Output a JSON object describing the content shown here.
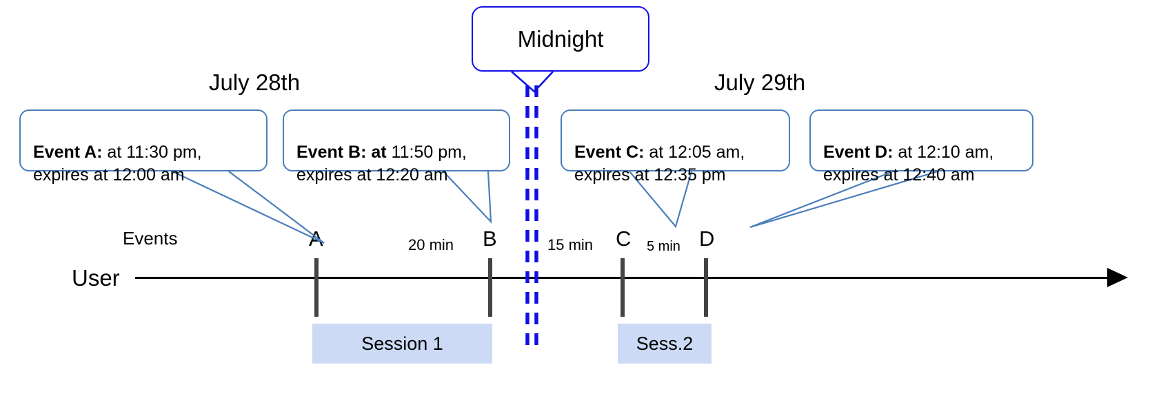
{
  "diagram": {
    "title_midnight": "Midnight",
    "dates": [
      {
        "label": "July 28th"
      },
      {
        "label": "July 29th"
      }
    ],
    "row_labels": {
      "events": "Events",
      "user": "User"
    },
    "callouts": [
      {
        "id": "event-a",
        "bold": "Event A:",
        "rest": " at 11:30 pm,\nexpires at 12:00 am"
      },
      {
        "id": "event-b",
        "bold": "Event B: at",
        "rest": " 11:50 pm,\nexpires at 12:20 am"
      },
      {
        "id": "event-c",
        "bold": "Event C:",
        "rest": " at 12:05 am,\nexpires at 12:35 pm"
      },
      {
        "id": "event-d",
        "bold": "Event D:",
        "rest": "  at 12:10 am,\nexpires at 12:40 am"
      }
    ],
    "event_markers": [
      {
        "letter": "A"
      },
      {
        "letter": "B"
      },
      {
        "letter": "C"
      },
      {
        "letter": "D"
      }
    ],
    "intervals": [
      {
        "label": "20 min"
      },
      {
        "label": "15 min"
      },
      {
        "label": "5 min"
      }
    ],
    "sessions": [
      {
        "label": "Session 1"
      },
      {
        "label": "Sess.2"
      }
    ],
    "colors": {
      "callout_border": "#4a7ebb",
      "midnight_border": "#1010e6",
      "midnight_dash": "#1010e6",
      "session_fill": "#ccdaf5",
      "tick": "#444444",
      "axis": "#000000",
      "text": "#000000"
    }
  }
}
